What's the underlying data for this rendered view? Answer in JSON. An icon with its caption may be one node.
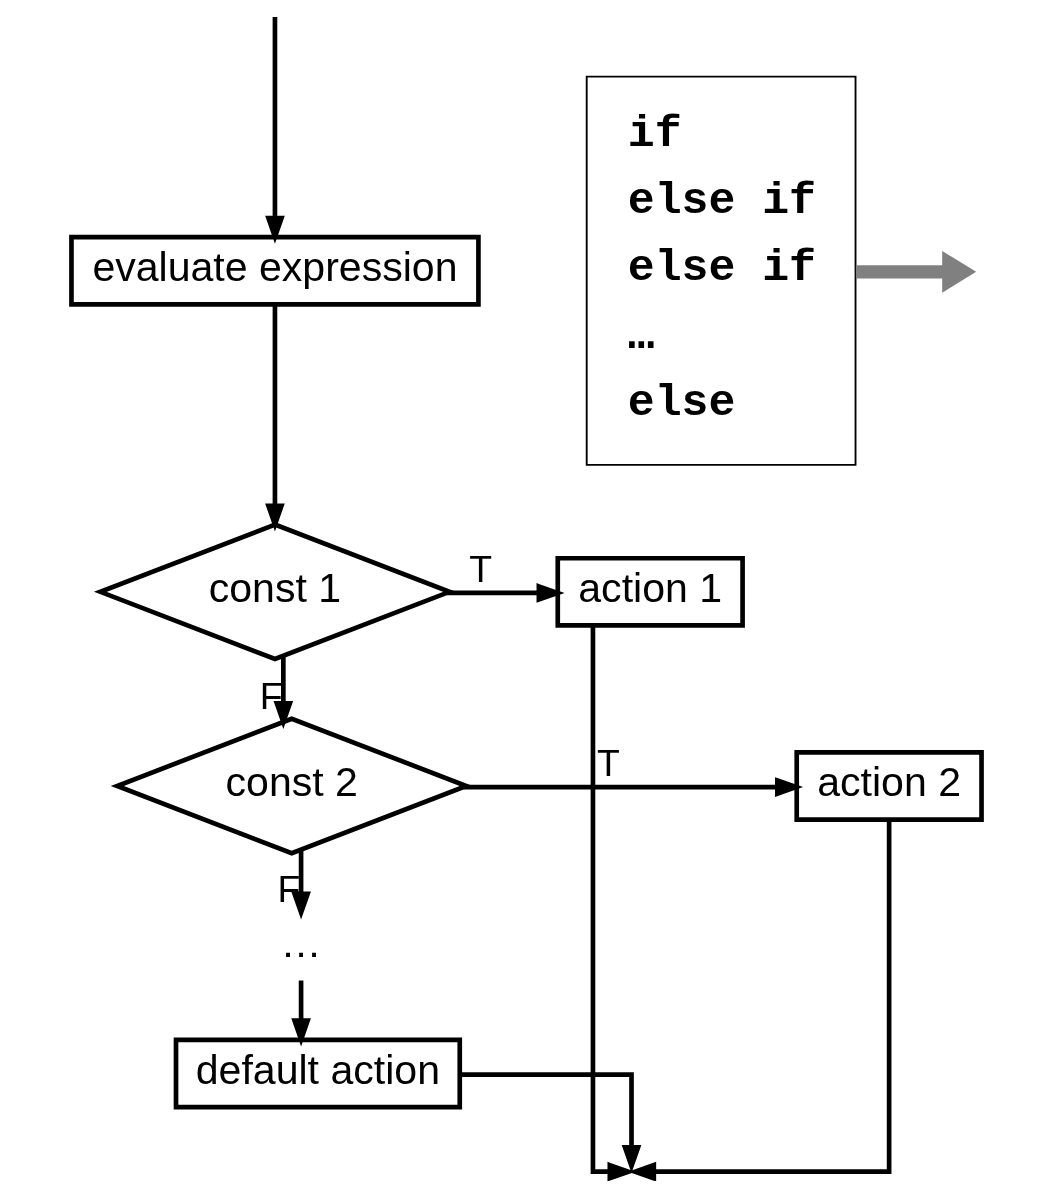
{
  "diagram": {
    "nodes": [
      {
        "text": [
          "evaluate expression"
        ]
      },
      {
        "text": [
          "const 1"
        ]
      },
      {
        "text": [
          "action 1"
        ]
      },
      {
        "text": [
          "const 2"
        ]
      },
      {
        "text": [
          "action 2"
        ]
      },
      {
        "text": [
          "…"
        ]
      },
      {
        "text": [
          "default action"
        ]
      },
      {
        "text": [
          "if",
          "else if",
          "else if",
          "…",
          "else"
        ]
      }
    ],
    "edges": [
      {
        "from": null,
        "to": 0,
        "arrow": "to"
      },
      {
        "from": 0,
        "to": 1,
        "arrow": "to"
      },
      {
        "from": 1,
        "to": 2,
        "arrow": "to",
        "label": "T"
      },
      {
        "from": 1,
        "to": 3,
        "arrow": "to",
        "label": "F"
      },
      {
        "from": 3,
        "to": 4,
        "arrow": "to",
        "label": "T"
      },
      {
        "from": 3,
        "to": 5,
        "arrow": "to",
        "label": "F"
      },
      {
        "from": 5,
        "to": 6,
        "arrow": "to"
      },
      {
        "from": 6,
        "to": null,
        "arrow": "to"
      },
      {
        "from": 2,
        "to": null,
        "arrow": "to"
      },
      {
        "from": 4,
        "to": null,
        "arrow": "to"
      },
      {
        "from": 7,
        "to": null,
        "arrow": "to",
        "style": "thick",
        "color": "#808080"
      }
    ]
  }
}
